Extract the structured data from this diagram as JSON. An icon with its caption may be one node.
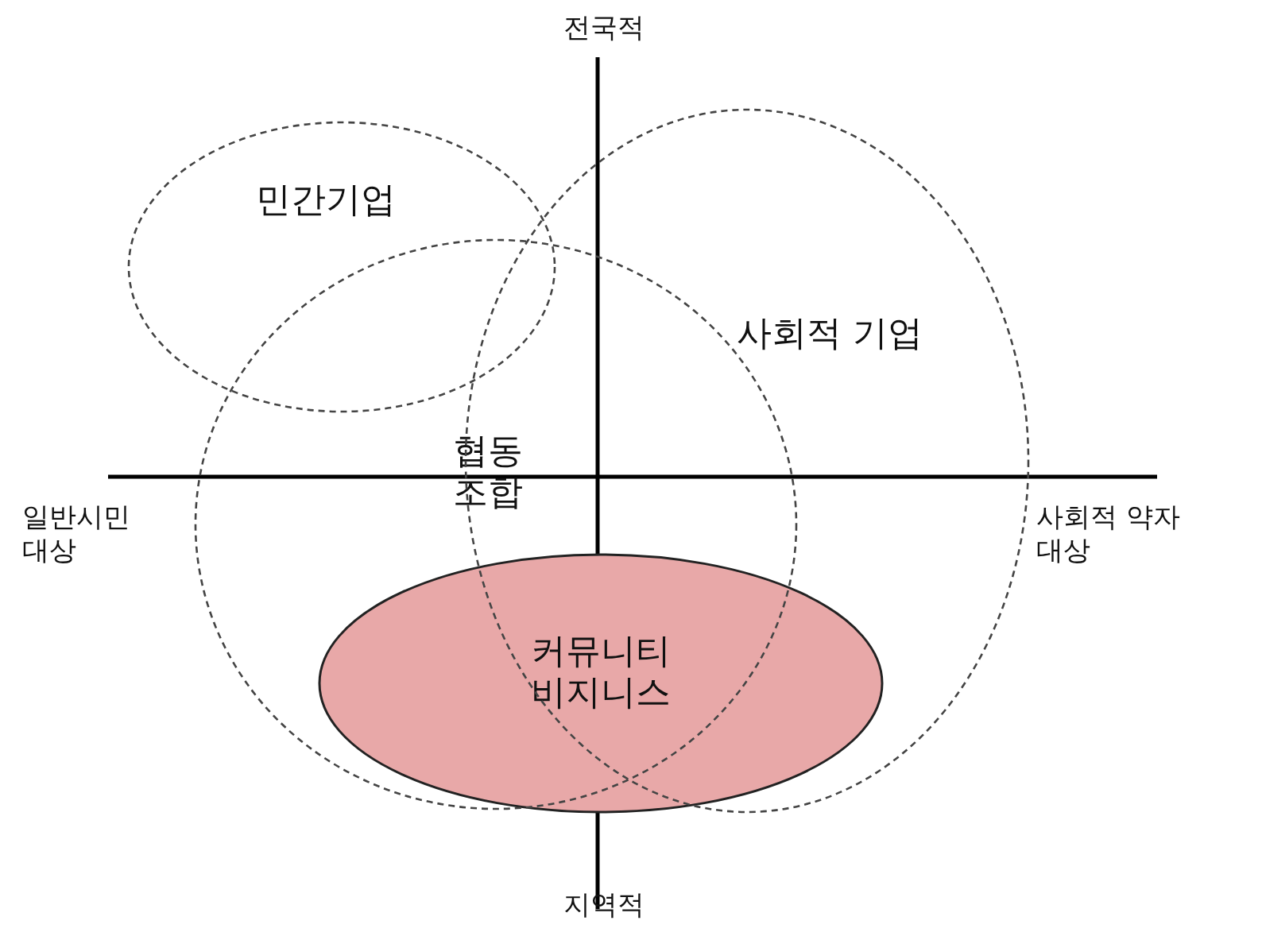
{
  "diagram": {
    "nodes": [
      {
        "text": [
          "민간기업"
        ]
      },
      {
        "text": [
          "협동 조합"
        ]
      },
      {
        "text": [
          "사회적 기업"
        ]
      },
      {
        "text": [
          "커뮤니티 비지니스"
        ]
      }
    ],
    "edges": [],
    "labels": [
      "전국적",
      "일반시민 대상",
      "사회적 약자 대상",
      "지역적"
    ]
  }
}
